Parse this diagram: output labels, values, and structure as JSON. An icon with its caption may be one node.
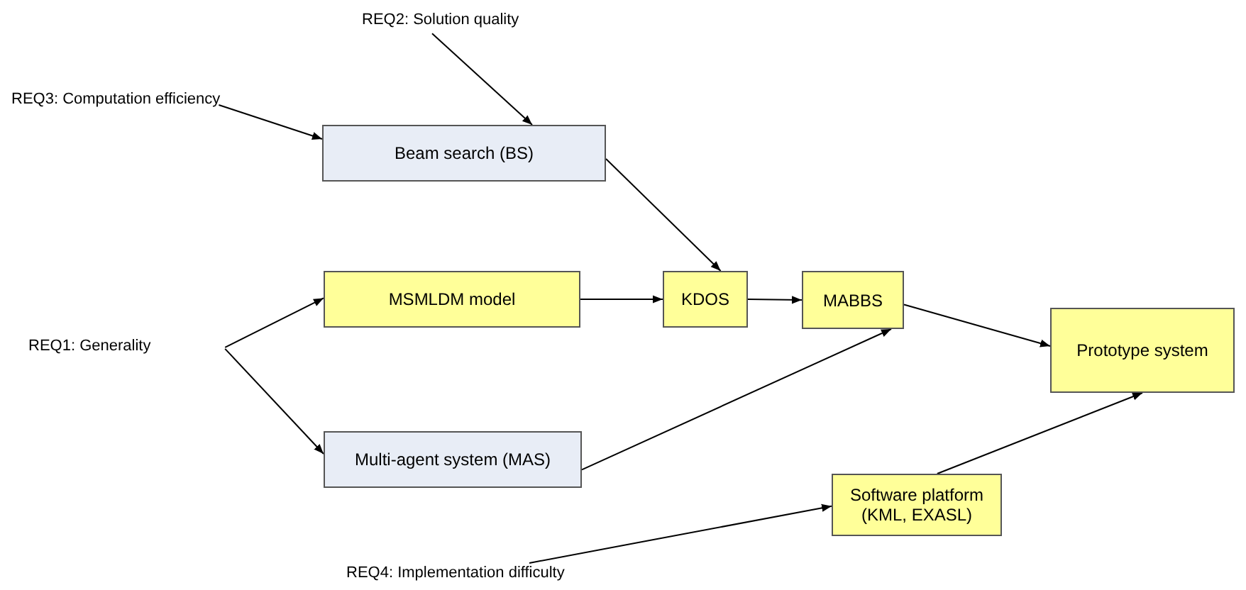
{
  "diagram": {
    "nodes": [
      {
        "text": [
          "REQ2: Solution quality"
        ]
      },
      {
        "text": [
          "REQ3: Computation efficiency"
        ]
      },
      {
        "text": [
          "Beam search (BS)"
        ]
      },
      {
        "text": [
          "MSMLDM model"
        ]
      },
      {
        "text": [
          "KDOS"
        ]
      },
      {
        "text": [
          "MABBS"
        ]
      },
      {
        "text": [
          "REQ1: Generality"
        ]
      },
      {
        "text": [
          "Multi-agent system (MAS)"
        ]
      },
      {
        "text": [
          "Prototype system"
        ]
      },
      {
        "text": [
          "Software platform (KML, EXASL)"
        ]
      },
      {
        "text": [
          "REQ4: Implementation difficulty"
        ]
      }
    ],
    "edges": [
      {
        "from": 0,
        "to": 2,
        "arrow": "to"
      },
      {
        "from": 1,
        "to": 2,
        "arrow": "to"
      },
      {
        "from": 2,
        "to": 4,
        "arrow": "to"
      },
      {
        "from": 3,
        "to": 4,
        "arrow": "to"
      },
      {
        "from": 4,
        "to": 5,
        "arrow": "to"
      },
      {
        "from": 6,
        "to": 3,
        "arrow": "to"
      },
      {
        "from": 6,
        "to": 7,
        "arrow": "to"
      },
      {
        "from": 7,
        "to": 5,
        "arrow": "to"
      },
      {
        "from": 5,
        "to": 8,
        "arrow": "to"
      },
      {
        "from": 9,
        "to": 8,
        "arrow": "to"
      },
      {
        "from": 10,
        "to": 9,
        "arrow": "to"
      }
    ]
  }
}
